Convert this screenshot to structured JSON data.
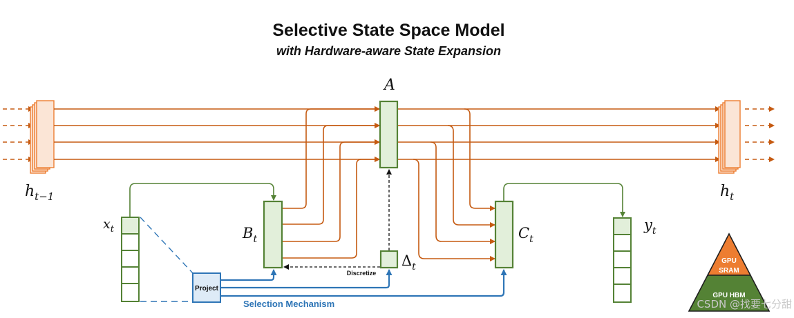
{
  "title": "Selective State Space Model",
  "subtitle": "with Hardware-aware State Expansion",
  "symbols": {
    "h_prev": "h",
    "h_prev_sub": "t−1",
    "h_curr": "h",
    "h_curr_sub": "t",
    "x": "x",
    "x_sub": "t",
    "B": "B",
    "B_sub": "t",
    "C": "C",
    "C_sub": "t",
    "A": "A",
    "delta": "Δ",
    "delta_sub": "t",
    "y": "y",
    "y_sub": "t"
  },
  "labels": {
    "project": "Project",
    "discretize": "Discretize",
    "selection_mechanism": "Selection Mechanism"
  },
  "memory_pyramid": {
    "top": [
      "GPU",
      "SRAM"
    ],
    "bottom": "GPU HBM"
  },
  "watermark": "CSDN @找要七分甜",
  "colors": {
    "state_line": "#c55a11",
    "input_line": "#548235",
    "selection_line": "#2e75b6",
    "matrix_fill": "#e2efda",
    "matrix_stroke": "#548235",
    "state_fill": "#fbe5d6",
    "project_fill": "#deebf7",
    "sram": "#ed7d31",
    "hbm": "#548235"
  }
}
